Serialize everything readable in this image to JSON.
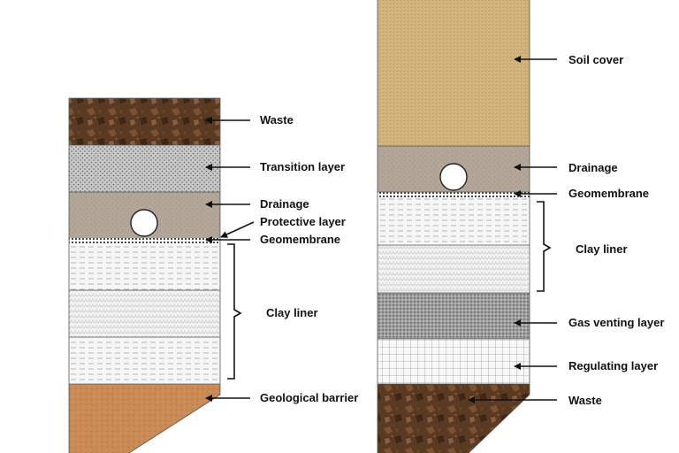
{
  "left_column": {
    "labels": {
      "waste": "Waste",
      "transition": "Transition layer",
      "drainage": "Drainage",
      "protective": "Protective layer",
      "geomembrane": "Geomembrane",
      "clay_liner": "Clay liner",
      "geological_barrier": "Geological barrier"
    }
  },
  "right_column": {
    "labels": {
      "soil_cover": "Soil cover",
      "drainage": "Drainage",
      "geomembrane": "Geomembrane",
      "clay_liner": "Clay liner",
      "gas_venting": "Gas venting layer",
      "regulating": "Regulating layer",
      "waste": "Waste"
    }
  },
  "colors": {
    "waste": "#5a3a22",
    "transition": "#c8c8c8",
    "drainage": "#b3a698",
    "soil_cover": "#d2b67e",
    "geological_barrier": "#c98a55",
    "clay": "#f4f4f4",
    "gas_venting": "#9e9e9e"
  }
}
